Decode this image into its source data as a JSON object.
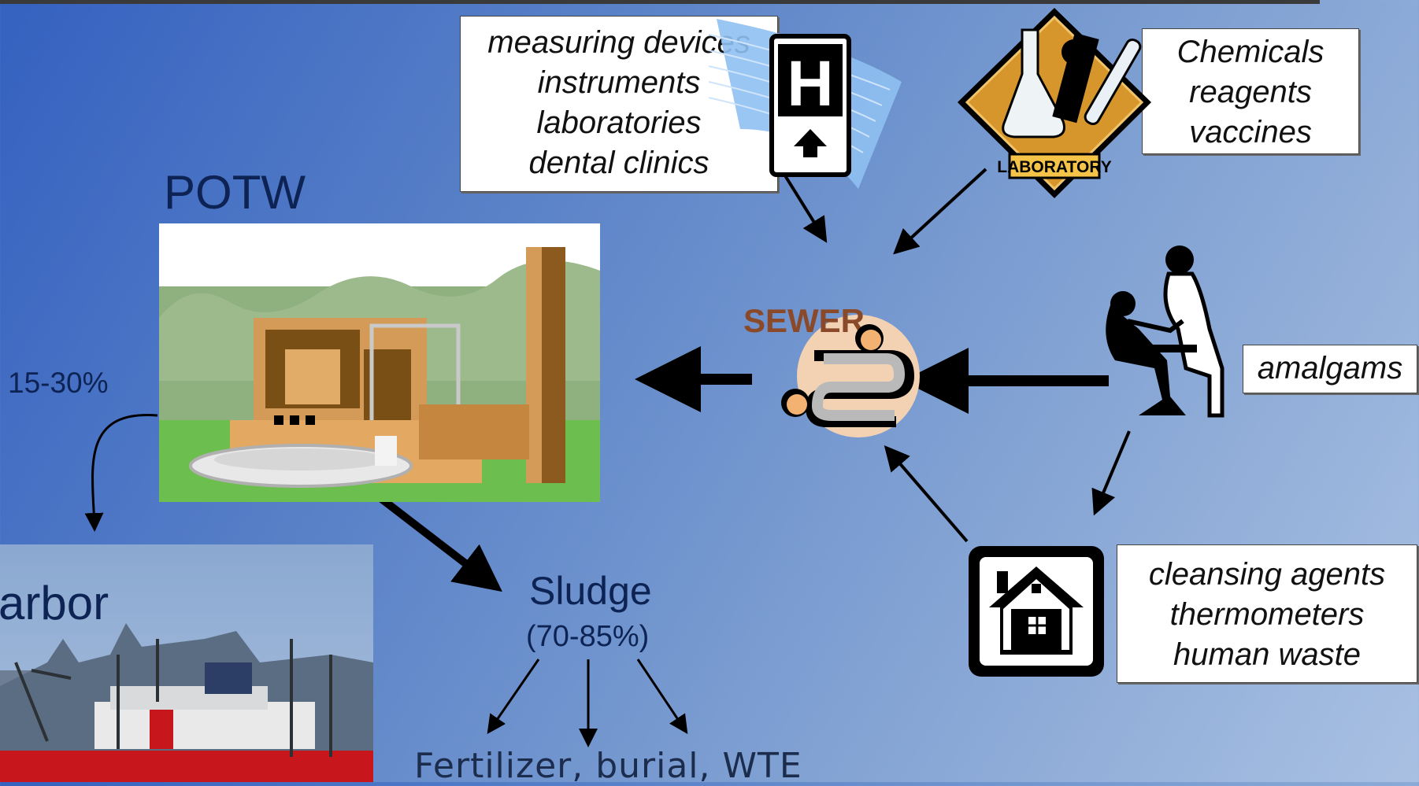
{
  "labels": {
    "potw": "POTW",
    "harbor": "arbor",
    "percent_harbor": "15-30%",
    "sludge": "Sludge",
    "sludge_percent": "(70-85%)",
    "sludge_uses": "Fertilizer, burial, WTE",
    "sewer_word": "SEWER",
    "lab_sign": "LABORATORY",
    "hospital_letter": "H"
  },
  "boxes": {
    "devices": [
      "measuring devices",
      "instruments",
      "laboratories",
      "dental clinics"
    ],
    "chemicals": [
      "Chemicals",
      "reagents",
      "vaccines"
    ],
    "amalgams": [
      "amalgams"
    ],
    "household": [
      "cleansing agents",
      "thermometers",
      "human waste"
    ]
  },
  "icons": [
    "hospital-sign-icon",
    "laboratory-sign-icon",
    "sewer-icon",
    "dentist-icon",
    "house-icon",
    "potw-plant-image",
    "harbor-photo"
  ]
}
